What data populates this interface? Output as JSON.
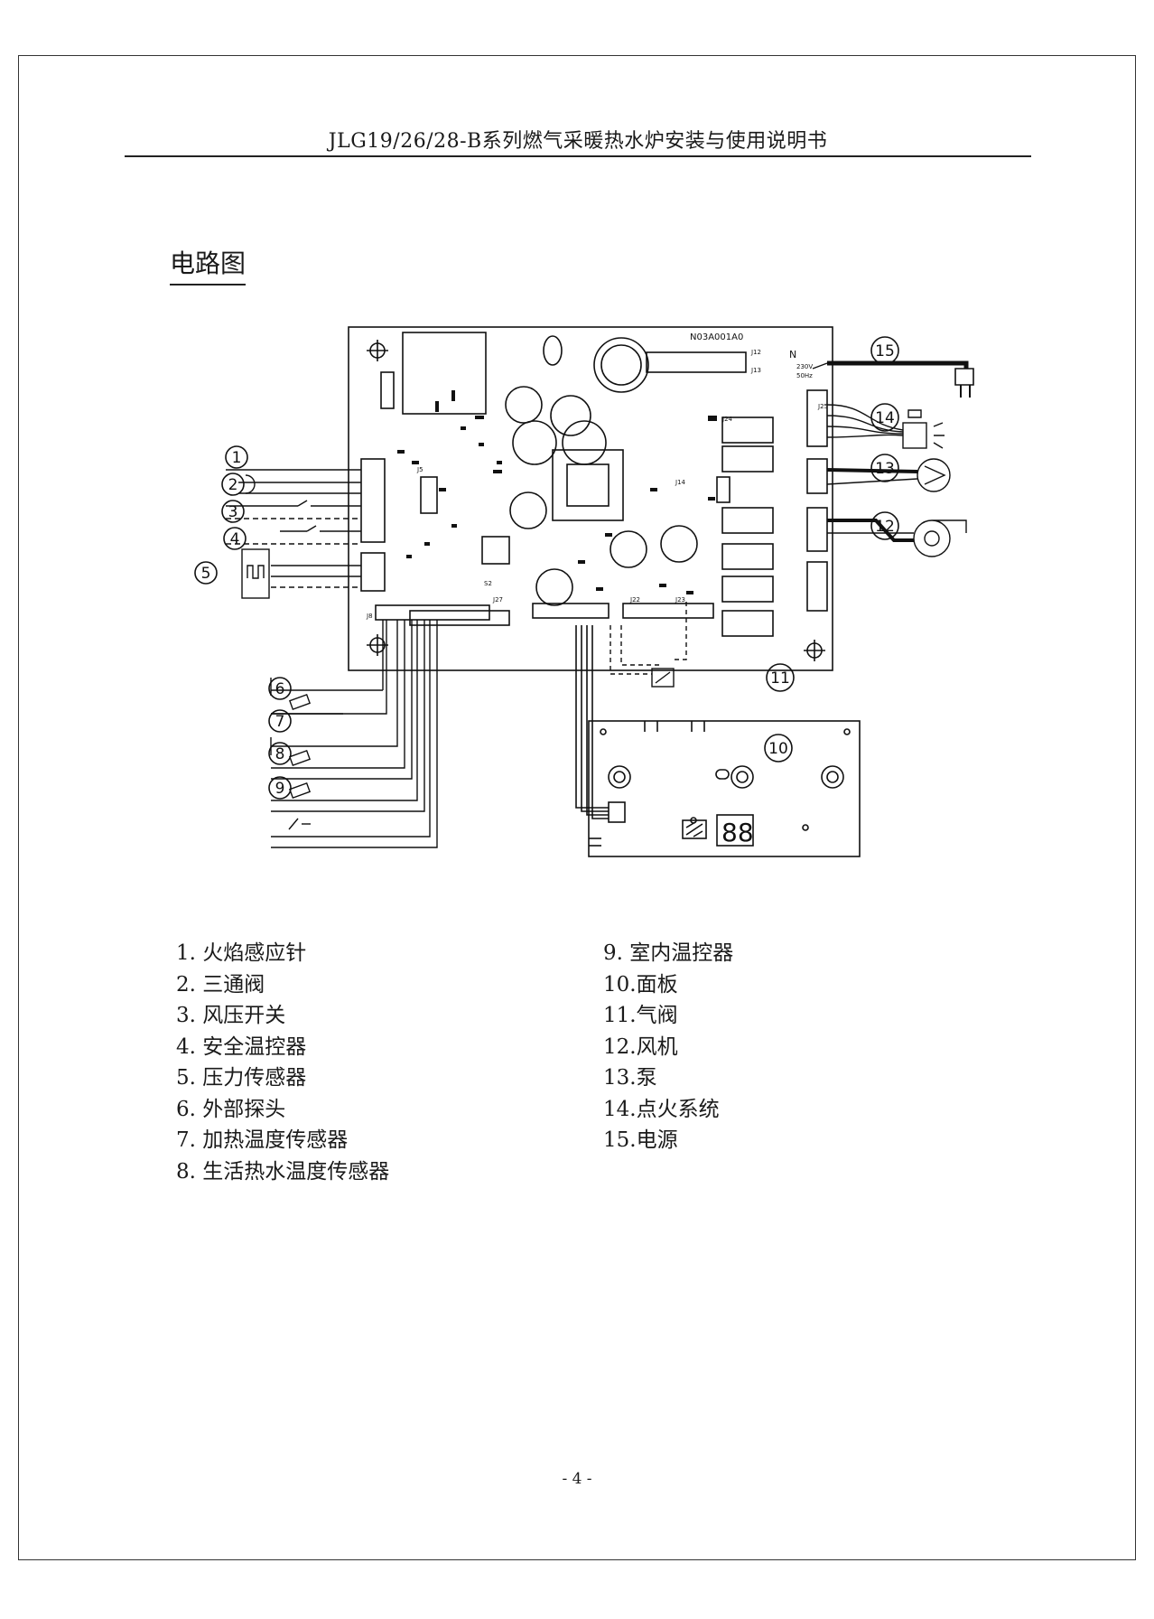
{
  "header": {
    "title": "JLG19/26/28-B系列燃气采暖热水炉安装与使用说明书"
  },
  "section": {
    "title": "电路图"
  },
  "diagram": {
    "board_label": "N03A001A0",
    "callouts": [
      "1",
      "2",
      "3",
      "4",
      "5",
      "6",
      "7",
      "8",
      "9",
      "10",
      "11",
      "12",
      "13",
      "14",
      "15"
    ],
    "silkscreen": {
      "j12": "J12",
      "j13": "J13",
      "n": "N",
      "voltage": "230V",
      "freq": "50Hz",
      "j24": "J24",
      "j14": "J14",
      "j25": "J25",
      "j22": "J22",
      "j23": "J23",
      "j27": "J27",
      "j5": "J5",
      "j8": "J8",
      "s2": "S2"
    },
    "display_digits": "88"
  },
  "legend": {
    "left": [
      "1. 火焰感应针",
      "2.  三通阀",
      "3. 风压开关",
      "4. 安全温控器",
      "5. 压力传感器",
      "6. 外部探头",
      "7. 加热温度传感器",
      "8. 生活热水温度传感器"
    ],
    "right": [
      "9. 室内温控器",
      "10.面板",
      "11.气阀",
      "12.风机",
      "13.泵",
      "14.点火系统",
      "15.电源"
    ]
  },
  "footer": {
    "page": "- 4 -"
  }
}
